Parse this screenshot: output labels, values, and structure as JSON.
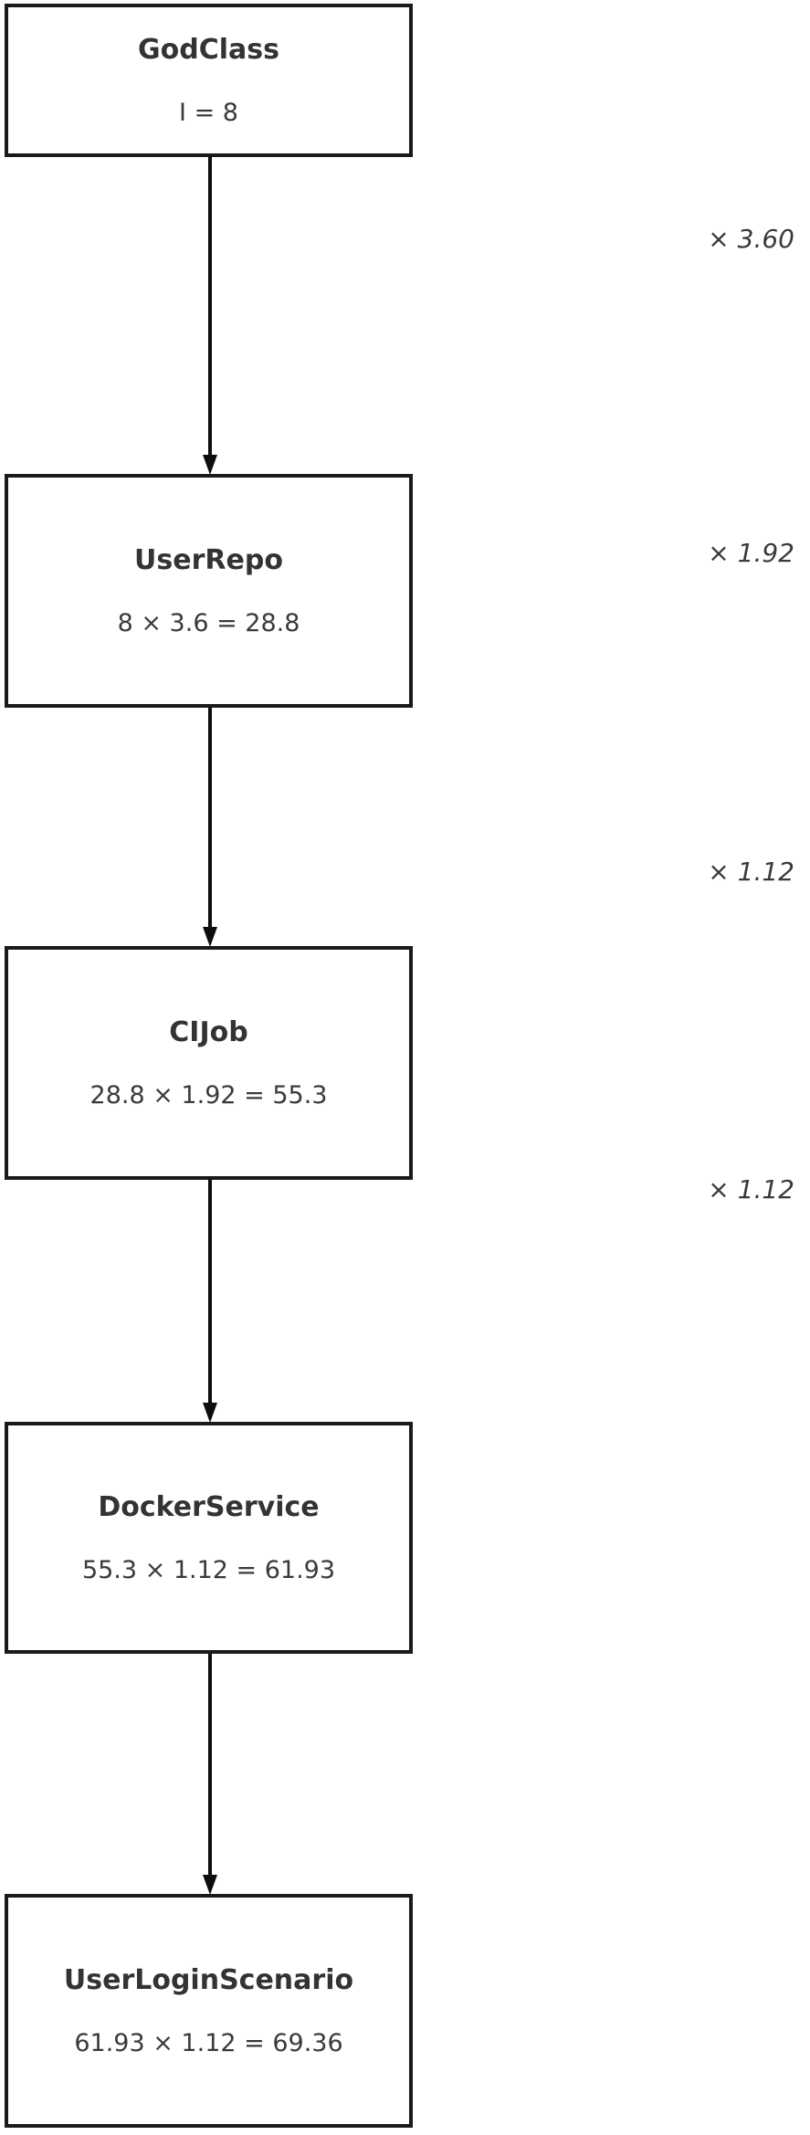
{
  "diagram": {
    "type": "flowchart-vertical-chain",
    "orientation": "top-to-bottom",
    "background_color": "#ffffff",
    "node_border_color": "#1a1a1a",
    "text_color": "#333333",
    "arrow_color": "#0d0d0d",
    "nodes": [
      {
        "id": "node-godclass",
        "title": "GodClass",
        "formula": "I = 8",
        "value": 8
      },
      {
        "id": "node-userrepo",
        "title": "UserRepo",
        "formula": "8 × 3.6 = 28.8",
        "value": 28.8
      },
      {
        "id": "node-cijob",
        "title": "CIJob",
        "formula": "28.8 × 1.92 = 55.3",
        "value": 55.3
      },
      {
        "id": "node-dockerservice",
        "title": "DockerService",
        "formula": "55.3 × 1.12 = 61.93",
        "value": 61.93
      },
      {
        "id": "node-userloginscenario",
        "title": "UserLoginScenario",
        "formula": "61.93 × 1.12 = 69.36",
        "value": 69.36
      }
    ],
    "edges": [
      {
        "id": "edge-0",
        "from": "node-godclass",
        "to": "node-userrepo",
        "label": "× 3.60",
        "factor": 3.6
      },
      {
        "id": "edge-1",
        "from": "node-userrepo",
        "to": "node-cijob",
        "label": "× 1.92",
        "factor": 1.92
      },
      {
        "id": "edge-2",
        "from": "node-cijob",
        "to": "node-dockerservice",
        "label": "× 1.12",
        "factor": 1.12
      },
      {
        "id": "edge-3",
        "from": "node-dockerservice",
        "to": "node-userloginscenario",
        "label": "× 1.12",
        "factor": 1.12
      }
    ]
  }
}
